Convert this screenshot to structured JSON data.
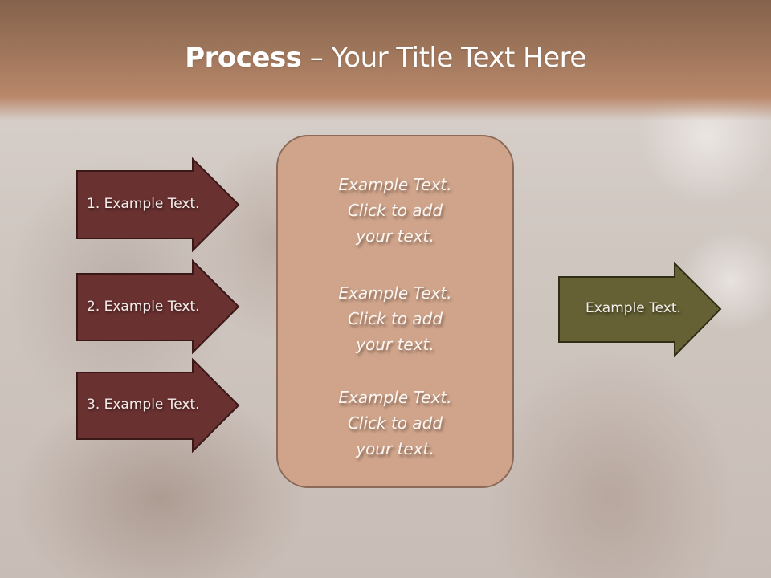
{
  "slide": {
    "title": {
      "bold": "Process",
      "rest": " – Your Title Text Here"
    },
    "colors": {
      "header_top": "#85624b",
      "header_bottom": "#b9876a",
      "step_arrow_fill": "#6a3131",
      "step_arrow_border": "#3a1818",
      "center_box_fill": "#cfa48b",
      "center_box_border": "#8c6a57",
      "result_arrow_fill": "#656134",
      "result_arrow_border": "#2f2d14"
    },
    "steps": [
      {
        "label": "1. Example Text."
      },
      {
        "label": "2. Example Text."
      },
      {
        "label": "3. Example Text."
      }
    ],
    "center_box": {
      "blocks": [
        {
          "line1": "Example Text.",
          "line2": "Click  to add",
          "line3": "your text."
        },
        {
          "line1": "Example Text.",
          "line2": "Click  to add",
          "line3": "your text."
        },
        {
          "line1": "Example Text.",
          "line2": "Click  to add",
          "line3": "your text."
        }
      ]
    },
    "result": {
      "label": "Example Text."
    }
  }
}
